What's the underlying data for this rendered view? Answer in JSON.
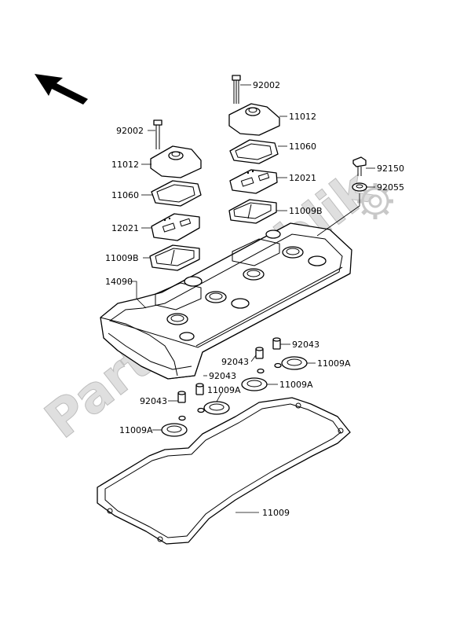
{
  "watermark": {
    "text": "PartsRepublik"
  },
  "labels": {
    "p92002_top": "92002",
    "p11012_top": "11012",
    "p11060_top": "11060",
    "p12021_top": "12021",
    "p11009b_top": "11009B",
    "p92002_left": "92002",
    "p11012_left": "11012",
    "p11060_left": "11060",
    "p12021_left": "12021",
    "p11009b_left": "11009B",
    "p92150": "92150",
    "p92055": "92055",
    "p14090": "14090",
    "p92043_a": "92043",
    "p92043_b": "92043",
    "p92043_c": "92043",
    "p92043_d": "92043",
    "p11009a_a": "11009A",
    "p11009a_b": "11009A",
    "p11009a_c": "11009A",
    "p11009a_d": "11009A",
    "p11009": "11009"
  }
}
